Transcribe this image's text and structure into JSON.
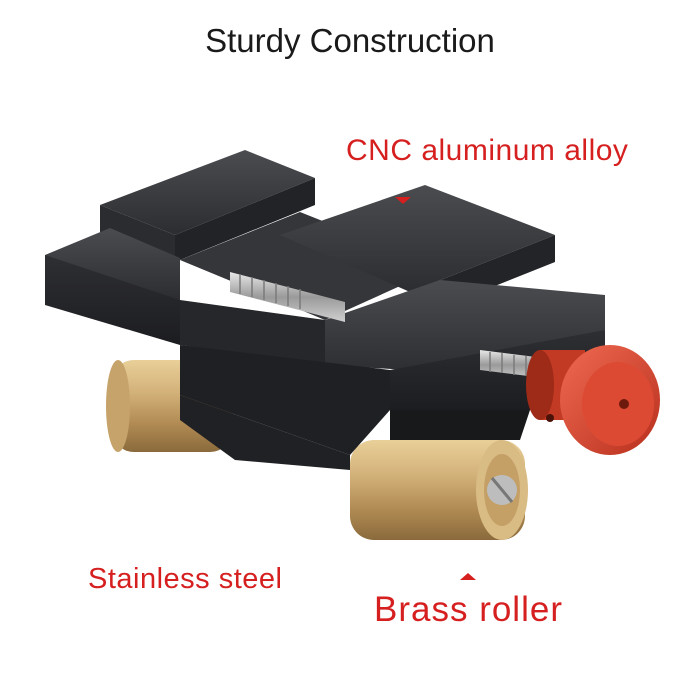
{
  "title": "Sturdy Construction",
  "labels": {
    "cnc": "CNC aluminum alloy",
    "steel": "Stainless steel",
    "brass": "Brass roller"
  },
  "colors": {
    "label_red": "#d61f1f",
    "aluminum_black": "#2a2b2d",
    "knob_red": "#d8402a",
    "brass": "#c9a56b",
    "steel": "#b8b8b8"
  }
}
